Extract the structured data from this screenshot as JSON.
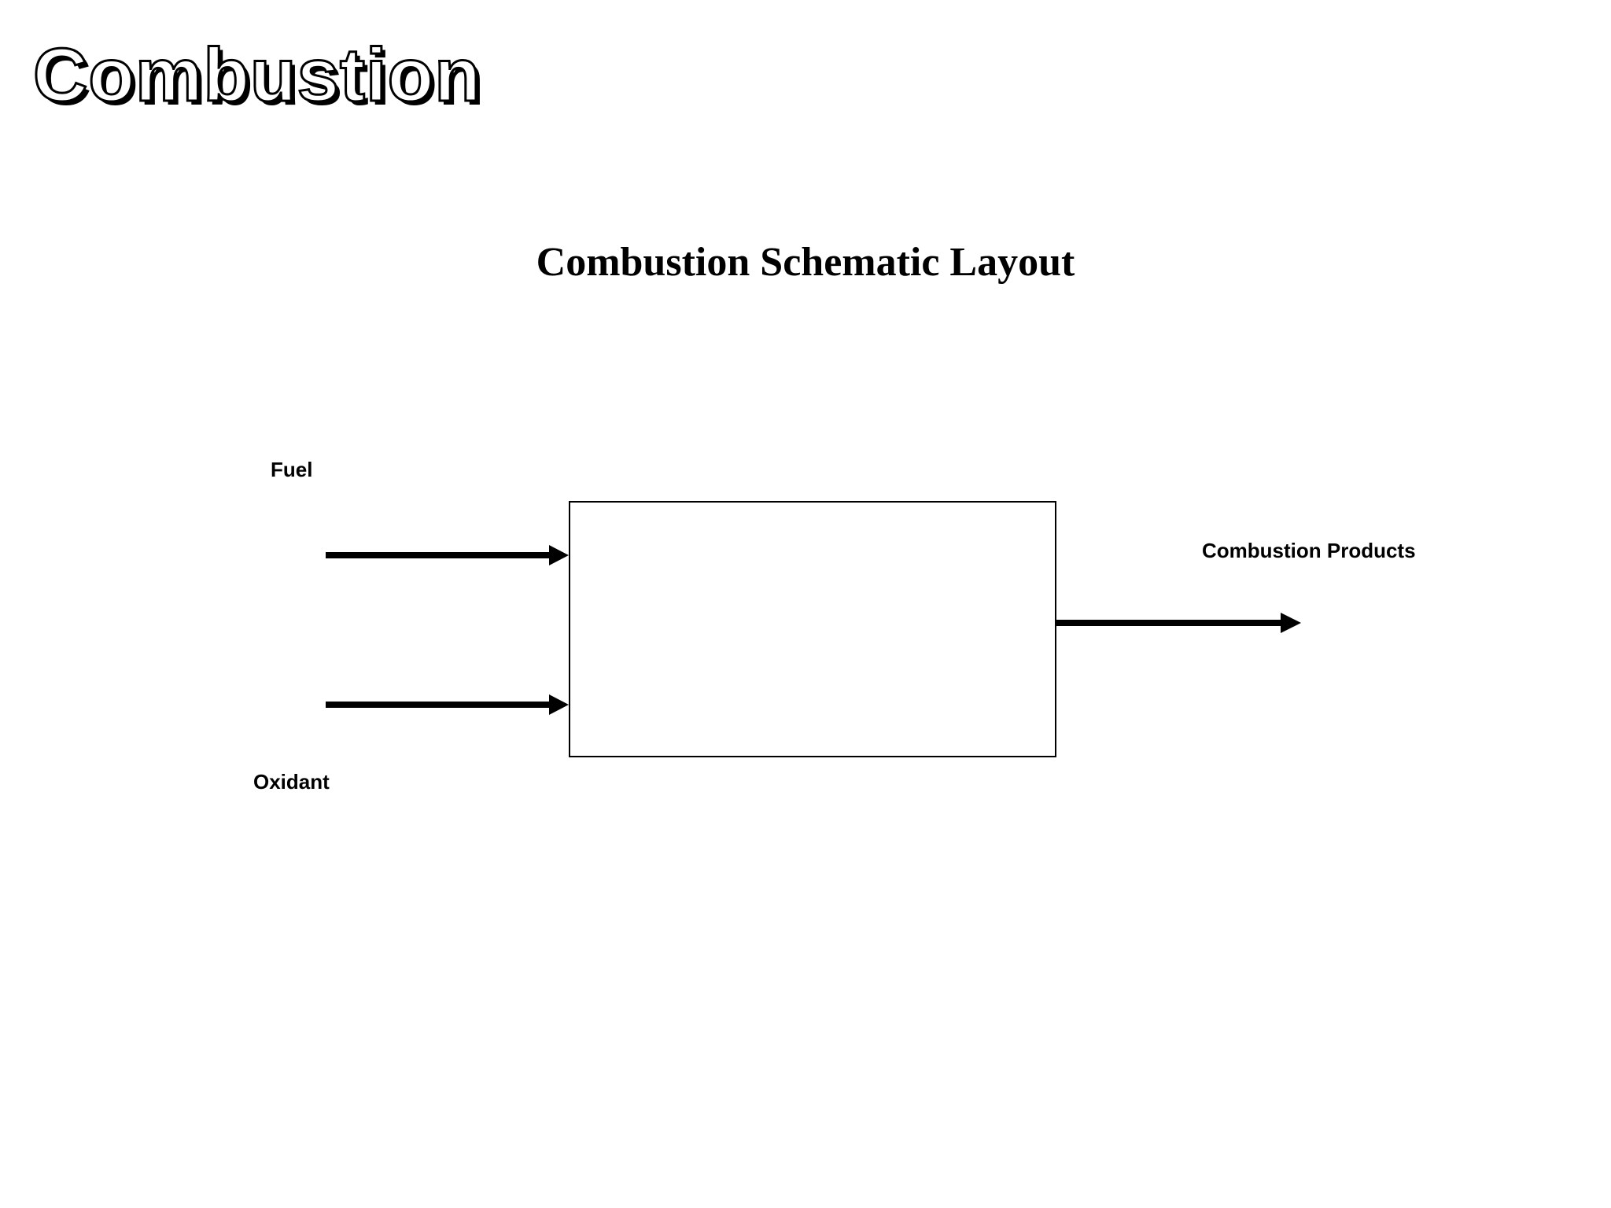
{
  "slide": {
    "title": "Combustion"
  },
  "diagram": {
    "heading": "Combustion Schematic Layout",
    "inputs": [
      {
        "label": "Fuel"
      },
      {
        "label": "Oxidant"
      }
    ],
    "outputs": [
      {
        "label": "Combustion Products"
      }
    ],
    "colors": {
      "stroke": "#000000",
      "background": "#ffffff"
    }
  }
}
